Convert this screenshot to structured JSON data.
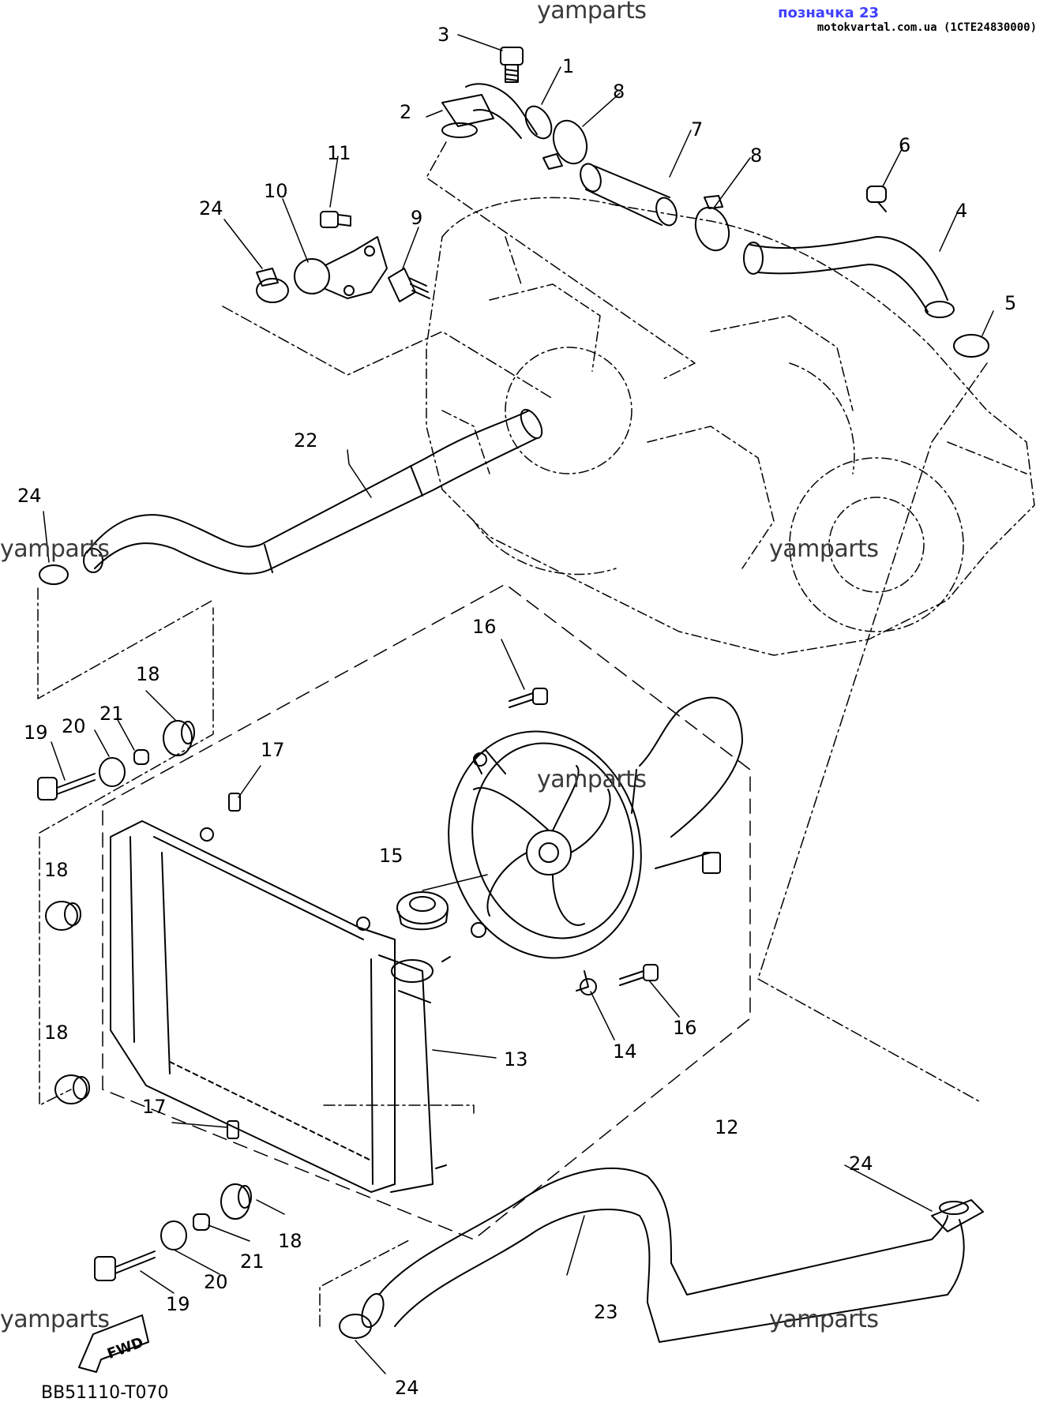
{
  "header": {
    "watermark_top": "yamparts",
    "link_text": "позначка 23",
    "site_text": "motokvartal.com.ua (1CTE24830000)"
  },
  "watermarks": [
    "yamparts",
    "yamparts",
    "yamparts",
    "yamparts",
    "yamparts"
  ],
  "diagram_code": "BB51110-T070",
  "fwd_label": "FWD",
  "part_labels": {
    "p1": "1",
    "p2": "2",
    "p3": "3",
    "p4": "4",
    "p5": "5",
    "p6": "6",
    "p7": "7",
    "p8a": "8",
    "p8b": "8",
    "p9": "9",
    "p10": "10",
    "p11": "11",
    "p12": "12",
    "p13": "13",
    "p14": "14",
    "p15": "15",
    "p16a": "16",
    "p16b": "16",
    "p17a": "17",
    "p17b": "17",
    "p18a": "18",
    "p18b": "18",
    "p18c": "18",
    "p18d": "18",
    "p19a": "19",
    "p19b": "19",
    "p20a": "20",
    "p20b": "20",
    "p21a": "21",
    "p21b": "21",
    "p22": "22",
    "p23": "23",
    "p24a": "24",
    "p24b": "24",
    "p24c": "24",
    "p24d": "24"
  }
}
